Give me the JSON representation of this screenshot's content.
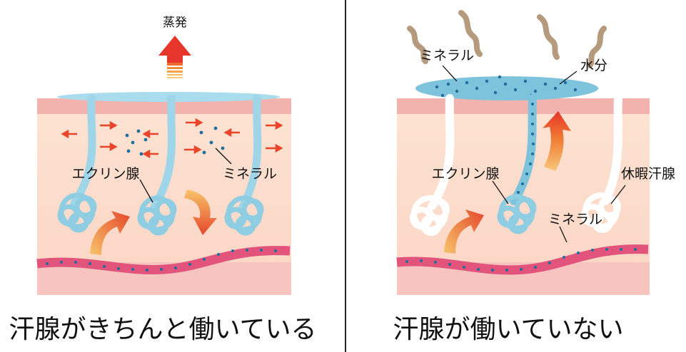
{
  "left_panel": {
    "caption": "汗腺がきちんと働いている",
    "evaporation_label": "蒸発",
    "eccrine_label": "エクリン腺",
    "mineral_label": "ミネラル"
  },
  "right_panel": {
    "caption": "汗腺が働いていない",
    "mineral_top_label": "ミネラル",
    "water_label": "水分",
    "eccrine_label": "エクリン腺",
    "mineral_label": "ミネラル",
    "dormant_label": "休暇汗腺"
  },
  "colors": {
    "skin_surface": "#f2b3ae",
    "skin_dermis": "#fde0cf",
    "skin_deep": "#f8c7c2",
    "sweat_blue": "#8fcde3",
    "mineral_dot": "#1f6f9c",
    "blood_vessel": "#e2547b",
    "arrow_red": "#e8452a",
    "arrow_orange": "#f6a23a",
    "odor_wave": "#b59a7e",
    "divider": "#222222"
  }
}
